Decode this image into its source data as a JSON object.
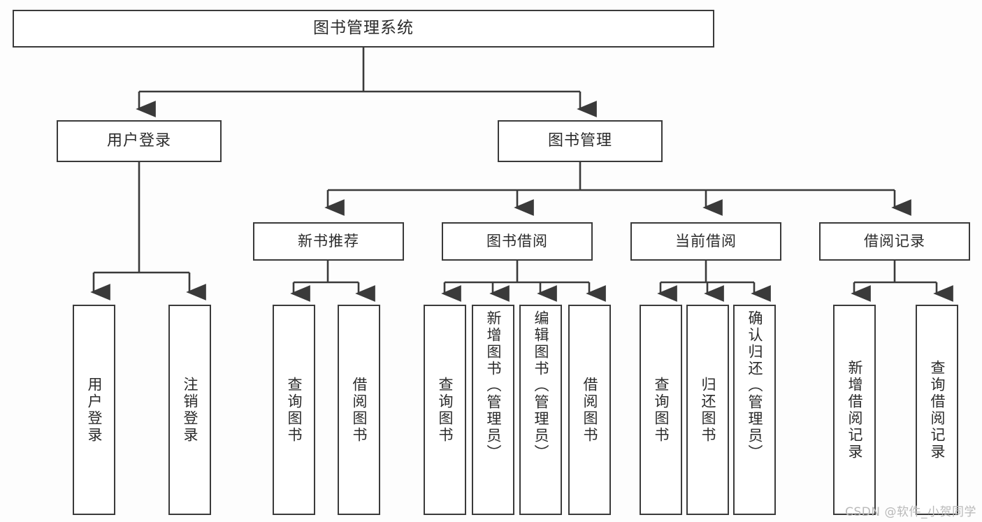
{
  "diagram": {
    "title": "图书管理系统",
    "type": "tree",
    "orientation": "top-down",
    "colors": {
      "background": "#fdfdfd",
      "node_fill": "#ffffff",
      "node_border": "#3a3a3a",
      "connector": "#3a3a3a",
      "text": "#2b2b2b",
      "watermark": "#b9b9b9"
    },
    "root": {
      "label": "图书管理系统"
    },
    "level2": [
      {
        "label": "用户登录"
      },
      {
        "label": "图书管理"
      }
    ],
    "level3": [
      {
        "label": "新书推荐"
      },
      {
        "label": "图书借阅"
      },
      {
        "label": "当前借阅"
      },
      {
        "label": "借阅记录"
      }
    ],
    "leaves": {
      "user_login": [
        {
          "label": "用户登录"
        },
        {
          "label": "注销登录"
        }
      ],
      "new_book_recommend": [
        {
          "label": "查询图书"
        },
        {
          "label": "借阅图书"
        }
      ],
      "book_borrow": [
        {
          "label": "查询图书"
        },
        {
          "label": "新增图书（管理员）"
        },
        {
          "label": "编辑图书（管理员）"
        },
        {
          "label": "借阅图书"
        }
      ],
      "current_borrow": [
        {
          "label": "查询图书"
        },
        {
          "label": "归还图书"
        },
        {
          "label": "确认归还（管理员）"
        }
      ],
      "borrow_record": [
        {
          "label": "新增借阅记录"
        },
        {
          "label": "查询借阅记录"
        }
      ]
    }
  },
  "watermark": {
    "text": "CSDN @软件_小贺同学"
  }
}
